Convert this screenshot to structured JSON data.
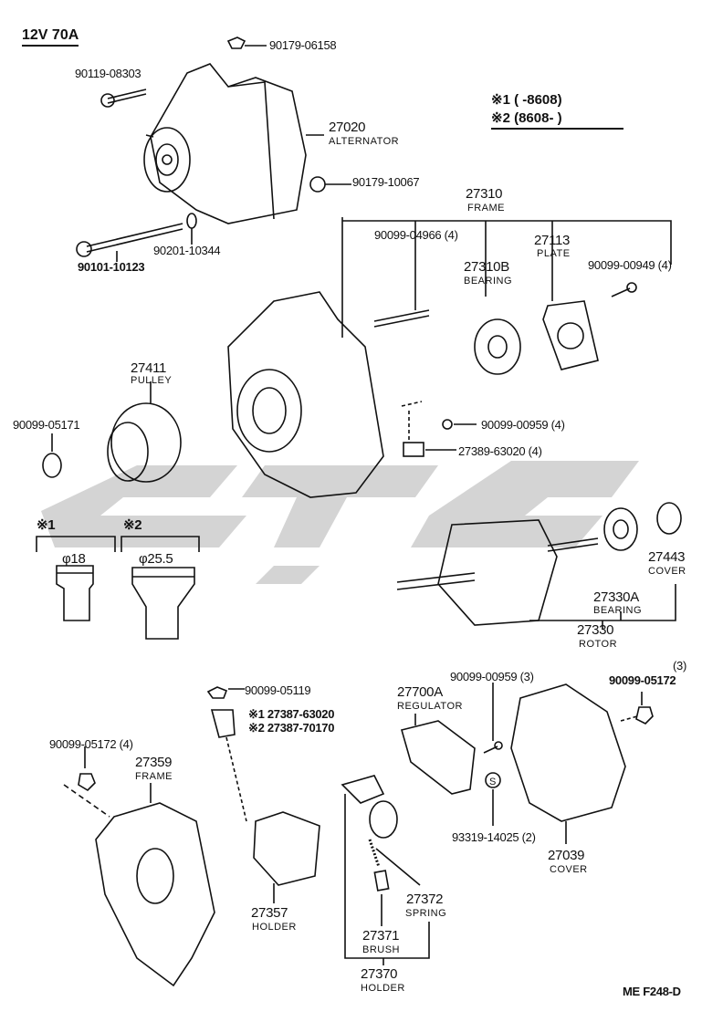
{
  "title": "12V 70A",
  "legend": {
    "row1": "※1 (      -8608)",
    "row2": "※2 (8608-      )"
  },
  "parts": {
    "p90179_06158": "90179-06158",
    "p90119_08303": "90119-08303",
    "alt_no": "27020",
    "alt_name": "ALTERNATOR",
    "p90179_10067": "90179-10067",
    "frame_no": "27310",
    "frame_name": "FRAME",
    "p90099_04966": "90099-04966 (4)",
    "plate_no": "27113",
    "plate_name": "PLATE",
    "bearing_no": "27310B",
    "bearing_name": "BEARING",
    "p90099_00949": "90099-00949 (4)",
    "p90201_10344": "90201-10344",
    "p90101_10123": "90101-10123",
    "pulley_no": "27411",
    "pulley_name": "PULLEY",
    "p90099_05171": "90099-05171",
    "p90099_00959_4": "90099-00959 (4)",
    "p27389_63020": "27389-63020 (4)",
    "var1": "※1",
    "var2": "※2",
    "dia1": "φ18",
    "dia2": "φ25.5",
    "cover27443_no": "27443",
    "cover27443_name": "COVER",
    "bearing27330a_no": "27330A",
    "bearing27330a_name": "BEARING",
    "rotor_no": "27330",
    "rotor_name": "ROTOR",
    "qty3": "(3)",
    "p90099_05172": "90099-05172",
    "p90099_00959_3": "90099-00959 (3)",
    "p90099_05119": "90099-05119",
    "reg_no": "27700A",
    "reg_name": "REGULATOR",
    "p27387_63020": "※1 27387-63020",
    "p27387_70170": "※2 27387-70170",
    "p90099_05172_4": "90099-05172 (4)",
    "frame27359_no": "27359",
    "frame27359_name": "FRAME",
    "p93319_14025": "93319-14025 (2)",
    "cover27039_no": "27039",
    "cover27039_name": "COVER",
    "holder27357_no": "27357",
    "holder27357_name": "HOLDER",
    "spring_no": "27372",
    "spring_name": "SPRING",
    "brush_no": "27371",
    "brush_name": "BRUSH",
    "holder27370_no": "27370",
    "holder27370_name": "HOLDER"
  },
  "footer": "ME  F248-D",
  "colors": {
    "ink": "#111111",
    "watermark": "#d4d4d4"
  }
}
